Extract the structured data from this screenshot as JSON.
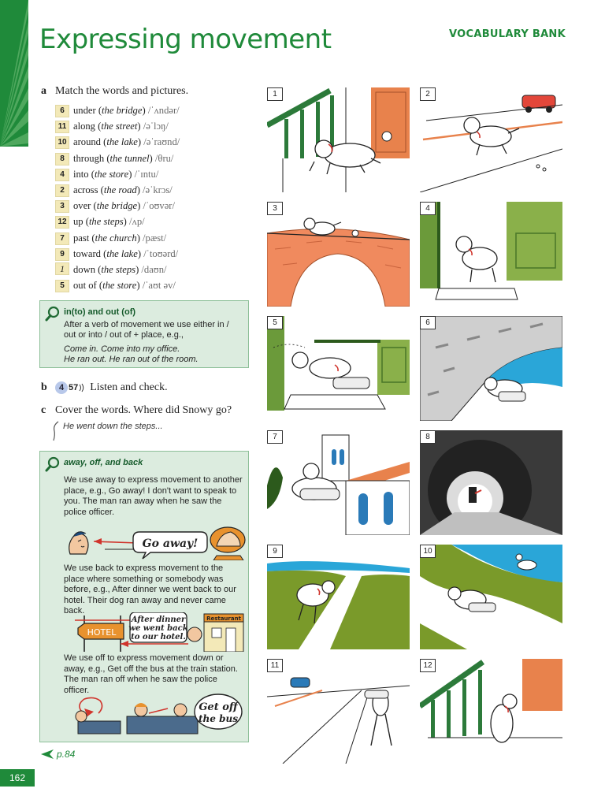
{
  "header": {
    "title": "Expressing movement",
    "section_label": "VOCABULARY BANK"
  },
  "colors": {
    "brand_green": "#1f8a3a",
    "box_bg": "#dcecdf",
    "number_bg": "#f3e9b8"
  },
  "exercise_a": {
    "letter": "a",
    "instruction": "Match the words and pictures.",
    "items": [
      {
        "num": "6",
        "pre": "under (",
        "obj": "the bridge",
        "post": ")",
        "ipa": "/ˈʌndər/",
        "handwritten": false
      },
      {
        "num": "11",
        "pre": "along (",
        "obj": "the street",
        "post": ")",
        "ipa": "/əˈlɔŋ/",
        "handwritten": false
      },
      {
        "num": "10",
        "pre": "around (",
        "obj": "the lake",
        "post": ")",
        "ipa": "/əˈraʊnd/",
        "handwritten": false
      },
      {
        "num": "8",
        "pre": "through (",
        "obj": "the tunnel",
        "post": ")",
        "ipa": "/θru/",
        "handwritten": false
      },
      {
        "num": "4",
        "pre": "into (",
        "obj": "the store",
        "post": ")",
        "ipa": "/ˈɪntu/",
        "handwritten": false
      },
      {
        "num": "2",
        "pre": "across (",
        "obj": "the road",
        "post": ")",
        "ipa": "/əˈkrɔs/",
        "handwritten": false
      },
      {
        "num": "3",
        "pre": "over (",
        "obj": "the bridge",
        "post": ")",
        "ipa": "/ˈoʊvər/",
        "handwritten": false
      },
      {
        "num": "12",
        "pre": "up (",
        "obj": "the steps",
        "post": ")",
        "ipa": "/ʌp/",
        "handwritten": false
      },
      {
        "num": "7",
        "pre": "past (",
        "obj": "the church",
        "post": ")",
        "ipa": "/pæst/",
        "handwritten": false
      },
      {
        "num": "9",
        "pre": "toward (",
        "obj": "the lake",
        "post": ")",
        "ipa": "/ˈtoʊərd/",
        "handwritten": false
      },
      {
        "num": "1",
        "pre": "down (",
        "obj": "the steps",
        "post": ")",
        "ipa": "/daʊn/",
        "handwritten": true
      },
      {
        "num": "5",
        "pre": "out of (",
        "obj": "the store",
        "post": ")",
        "ipa": "/ˈaʊt əv/",
        "handwritten": false
      }
    ]
  },
  "box_in_out": {
    "heading": "in(to) and out (of)",
    "body": "After a verb of movement we use either in / out or into / out of + place, e.g.,",
    "example_1": "Come in. Come into my office.",
    "example_2": "He ran out. He ran out of the room."
  },
  "exercise_b": {
    "letter": "b",
    "audio_track_unit": "4",
    "audio_track_num": "57",
    "instruction": "Listen and check."
  },
  "exercise_c": {
    "letter": "c",
    "instruction": "Cover the words. Where did Snowy go?",
    "speech": "He went down the steps..."
  },
  "box_away": {
    "heading": "away, off, and back",
    "p1": "We use away to express movement to another place, e.g., Go away! I don't want to speak to you. The man ran away when he saw the police officer.",
    "cartoon_1_bubble": "Go away!",
    "p2": "We use back to express movement to the place where something or somebody was before, e.g., After dinner we went back to our hotel. Their dog ran away and never came back.",
    "cartoon_2_bubble_1": "After dinner",
    "cartoon_2_bubble_2": "we went back",
    "cartoon_2_bubble_3": "to our hotel.",
    "cartoon_2_sign": "HOTEL",
    "cartoon_2_shop": "Restaurant",
    "p3": "We use off to express movement down or away, e.g., Get off the bus at the train station. The man ran off when he saw the police officer.",
    "cartoon_3_bubble_1": "Get off",
    "cartoon_3_bubble_2": "the bus"
  },
  "footer": {
    "page_ref": "p.84",
    "page_number": "162"
  },
  "panels": [
    {
      "label": "1",
      "scene": "dog-down-steps"
    },
    {
      "label": "2",
      "scene": "dog-across-road"
    },
    {
      "label": "3",
      "scene": "dog-over-bridge"
    },
    {
      "label": "4",
      "scene": "dog-into-store"
    },
    {
      "label": "5",
      "scene": "dog-out-of-store"
    },
    {
      "label": "6",
      "scene": "dog-under-bridge"
    },
    {
      "label": "7",
      "scene": "dog-past-church"
    },
    {
      "label": "8",
      "scene": "dog-through-tunnel"
    },
    {
      "label": "9",
      "scene": "dog-toward-lake"
    },
    {
      "label": "10",
      "scene": "dog-around-lake"
    },
    {
      "label": "11",
      "scene": "dog-along-street"
    },
    {
      "label": "12",
      "scene": "dog-up-steps"
    }
  ]
}
